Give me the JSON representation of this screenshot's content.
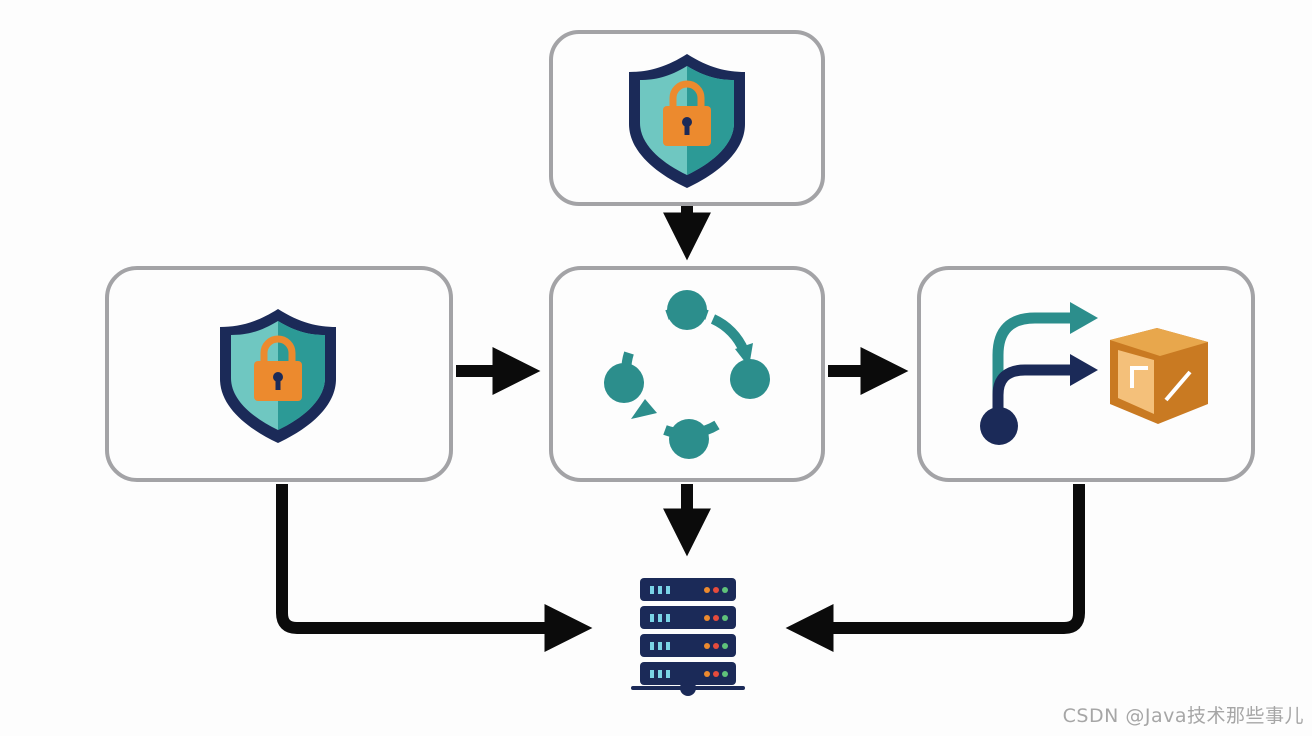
{
  "colors": {
    "box_border": "#a3a3a6",
    "box_fill": "#fdfdfd",
    "arrow": "#0b0b0b",
    "navy": "#1b2a58",
    "teal": "#2c8e8c",
    "teal_light": "#6fc7c1",
    "orange": "#ec8a2e",
    "box_brown": "#c97a22"
  },
  "nodes": [
    {
      "id": "top",
      "icon": "shield-lock-icon"
    },
    {
      "id": "left",
      "icon": "shield-lock-icon"
    },
    {
      "id": "center",
      "icon": "cycle-icon"
    },
    {
      "id": "right",
      "icon": "route-package-icon"
    },
    {
      "id": "bottom",
      "icon": "server-rack-icon"
    }
  ],
  "watermark": "CSDN @Java技术那些事儿"
}
